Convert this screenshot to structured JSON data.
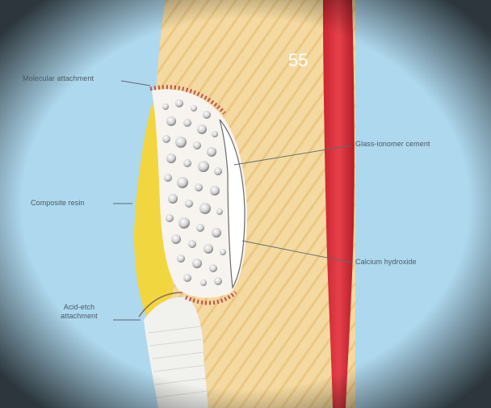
{
  "slide_number": "55",
  "labels": {
    "molecular_attachment": "Molecular attachment",
    "glass_ionomer_cement": "Glass-ionomer cement",
    "composite_resin": "Composite resin",
    "calcium_hydroxide": "Calcium hydroxide",
    "acid_etch_attachment_line1": "Acid-etch",
    "acid_etch_attachment_line2": "attachment"
  },
  "colors": {
    "background": "#aed8ee",
    "dentin": "#f4d9a0",
    "dentin_stripe": "#e7c27a",
    "pulp": "#d9303a",
    "composite": "#f2d640",
    "glass_ionomer": "#f7f4ef",
    "calcium_hydroxide": "#ffffff",
    "enamel": "#f1f1ee",
    "attachment_dots": "#c0524a"
  }
}
